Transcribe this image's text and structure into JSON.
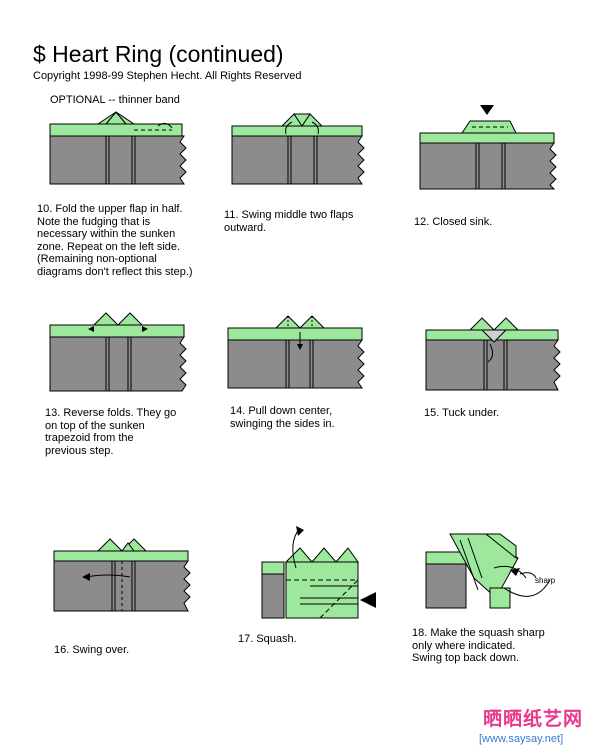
{
  "header": {
    "title": "$ Heart Ring (continued)",
    "copyright": "Copyright 1998-99 Stephen Hecht.  All Rights Reserved",
    "optional_note": "OPTIONAL -- thinner band"
  },
  "steps": [
    {
      "caption": "10.  Fold the upper flap in half.\nNote the fudging that is\nnecessary within the sunken\nzone.  Repeat on the left side.\n(Remaining non-optional\ndiagrams don't reflect this step.)"
    },
    {
      "caption": "11.  Swing middle two flaps\noutward."
    },
    {
      "caption": "12. Closed sink."
    },
    {
      "caption": "13. Reverse folds.  They go\non top of the sunken\ntrapezoid from the\nprevious step."
    },
    {
      "caption": "14.  Pull down center,\nswinging the sides in."
    },
    {
      "caption": "15.  Tuck under."
    },
    {
      "caption": "16.  Swing over."
    },
    {
      "caption": "17.  Squash."
    },
    {
      "caption": "18.  Make the squash sharp\nonly where indicated.\nSwing top back down.",
      "callout": "sharp"
    }
  ],
  "watermark": {
    "brand": "晒晒纸艺网",
    "url": "[www.saysay.net]"
  },
  "colors": {
    "paper_green": "#9ee89e",
    "paper_gray": "#8c8c8c",
    "line": "#000000",
    "brand_pink": "#e8388a"
  }
}
